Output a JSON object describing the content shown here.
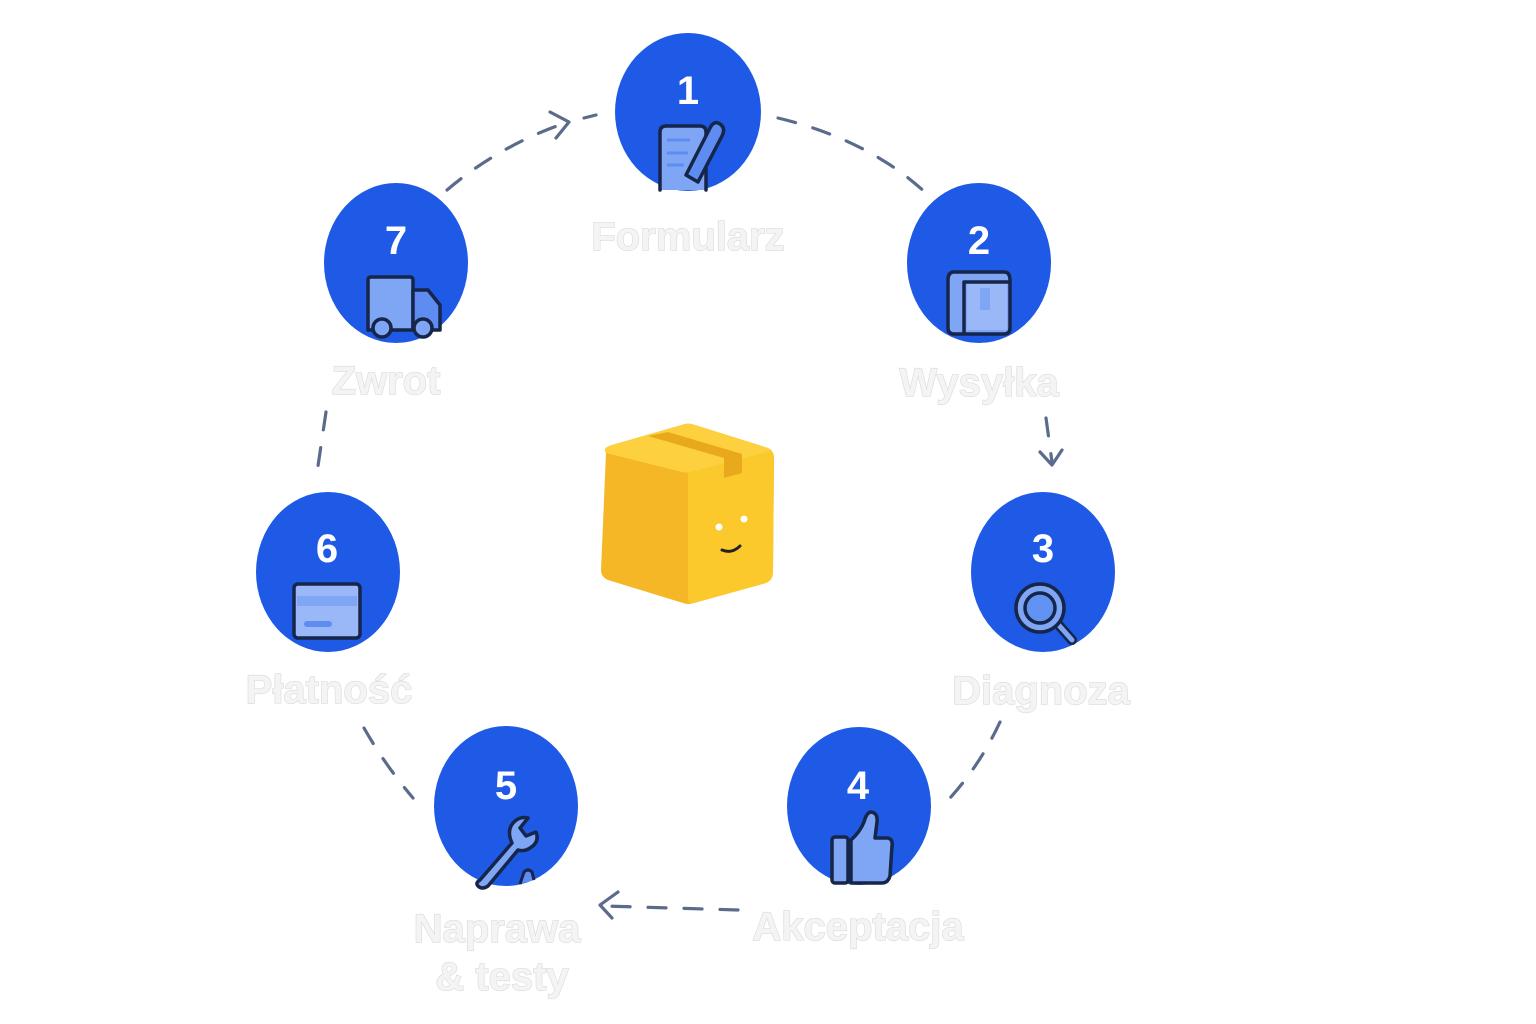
{
  "diagram": {
    "title": "Proces serwisowy",
    "colors": {
      "node": "#1f5ae6",
      "number": "#ffffff",
      "label": "#f4f4f5",
      "connector": "#5b6b8c",
      "icon_fill": "#7fa6f5",
      "icon_outline": "#16254a",
      "center_box": "#f7be2a"
    },
    "center": {
      "icon": "smiling-cardboard-box-icon"
    },
    "nodes": [
      {
        "number": "1",
        "label": "Formularz",
        "label2": "",
        "icon": "form-pencil-icon"
      },
      {
        "number": "2",
        "label": "Wysyłka",
        "label2": "",
        "icon": "package-box-icon"
      },
      {
        "number": "3",
        "label": "Diagnoza",
        "label2": "",
        "icon": "magnifier-icon"
      },
      {
        "number": "4",
        "label": "Akceptacja",
        "label2": "",
        "icon": "thumbs-up-icon"
      },
      {
        "number": "5",
        "label": "Naprawa",
        "label2": "& testy",
        "icon": "wrench-icon"
      },
      {
        "number": "6",
        "label": "Płatność",
        "label2": "",
        "icon": "credit-card-icon"
      },
      {
        "number": "7",
        "label": "Zwrot",
        "label2": "",
        "icon": "delivery-truck-icon"
      }
    ],
    "connections": [
      {
        "from": "1",
        "to": "2",
        "arrow": false
      },
      {
        "from": "2",
        "to": "3",
        "arrow": true
      },
      {
        "from": "3",
        "to": "4",
        "arrow": false
      },
      {
        "from": "4",
        "to": "5",
        "arrow": true
      },
      {
        "from": "5",
        "to": "6",
        "arrow": false
      },
      {
        "from": "6",
        "to": "7",
        "arrow": false
      },
      {
        "from": "7",
        "to": "1",
        "arrow": true
      }
    ]
  }
}
